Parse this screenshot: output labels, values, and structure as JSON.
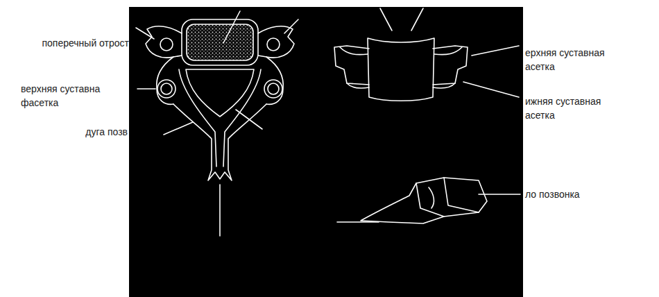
{
  "diagram": {
    "labels": [
      "поперечный отрост",
      "верхняя суставна фасетка",
      "дуга позв",
      "ерхняя суставная асетка",
      "ижняя суставная асетка",
      "ло позвонка"
    ]
  }
}
